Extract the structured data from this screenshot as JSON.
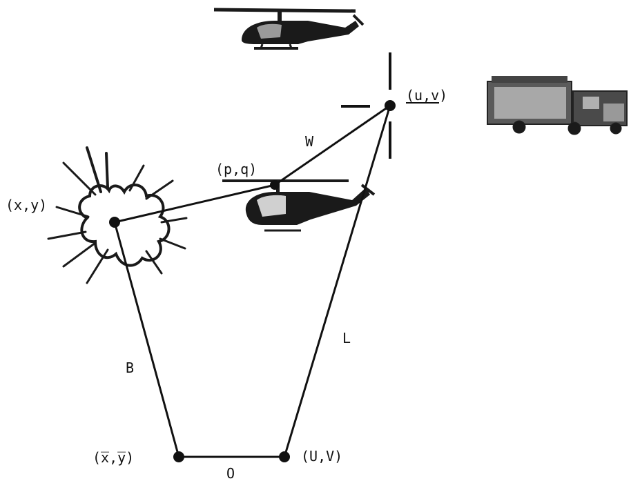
{
  "diagram": {
    "points": {
      "burst": "(x,y)",
      "helicopter_low": "(p,q)",
      "target": "(u,v)",
      "observer_bar": "(x̅,y̅)",
      "observer_upper": "(U,V)"
    },
    "segments": {
      "burst_to_bar": "B",
      "upper_to_target": "L",
      "heli_to_target": "W",
      "base": "O"
    },
    "icons": [
      "explosion-icon",
      "helicopter-icon",
      "truck-icon",
      "crosshair-icon"
    ],
    "colors": {
      "ink": "#111111",
      "background": "#ffffff"
    }
  }
}
